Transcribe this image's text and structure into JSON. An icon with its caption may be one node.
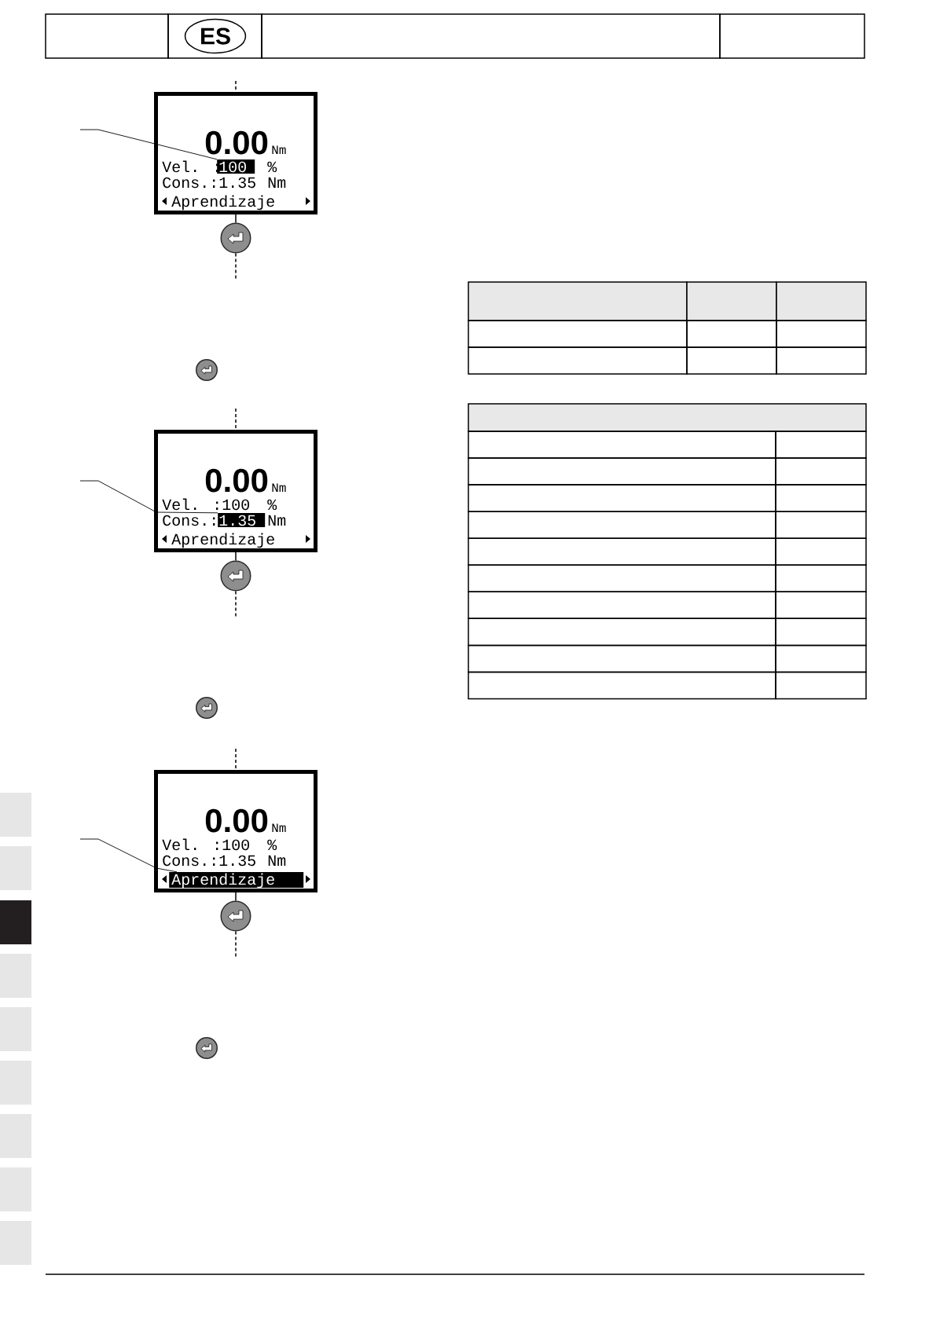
{
  "diagram": {
    "nodes": [
      {
        "text": [
          "ES"
        ]
      },
      {
        "text": [
          "0.00",
          "Nm",
          "Vel. :",
          "%",
          "Cons.:1.35",
          "Nm",
          "Aprendizaje"
        ]
      },
      {
        "text": [
          "100"
        ],
        "in": 1
      },
      {
        "text": [],
        "shape": "circle"
      },
      {
        "text": [],
        "shape": "circle"
      },
      {
        "text": [
          "0.00",
          "Nm",
          "Vel. :100",
          "%",
          "Cons.:",
          "Nm",
          "Aprendizaje"
        ]
      },
      {
        "text": [
          "1.35"
        ],
        "in": 5
      },
      {
        "text": [],
        "shape": "circle"
      },
      {
        "text": [],
        "shape": "circle"
      },
      {
        "text": [
          "0.00",
          "Nm",
          "Vel. :100",
          "%",
          "Cons.:1.35",
          "Nm"
        ]
      },
      {
        "text": [
          "Aprendizaje"
        ],
        "in": 9
      },
      {
        "text": [],
        "shape": "circle"
      },
      {
        "text": [],
        "shape": "circle"
      }
    ],
    "edges": [
      {
        "from": null,
        "to": 1,
        "arrow": "none",
        "style": "dashed"
      },
      {
        "from": null,
        "to": 2,
        "arrow": "none"
      },
      {
        "from": 1,
        "to": 3,
        "arrow": "none"
      },
      {
        "from": 3,
        "to": null,
        "arrow": "none",
        "style": "dashed"
      },
      {
        "from": null,
        "to": 5,
        "arrow": "none",
        "style": "dashed"
      },
      {
        "from": null,
        "to": 6,
        "arrow": "none"
      },
      {
        "from": 5,
        "to": 7,
        "arrow": "none"
      },
      {
        "from": 7,
        "to": null,
        "arrow": "none",
        "style": "dashed"
      },
      {
        "from": null,
        "to": 9,
        "arrow": "none",
        "style": "dashed"
      },
      {
        "from": null,
        "to": 10,
        "arrow": "none"
      },
      {
        "from": 9,
        "to": 11,
        "arrow": "none"
      },
      {
        "from": 11,
        "to": null,
        "arrow": "none",
        "style": "dashed"
      }
    ]
  }
}
